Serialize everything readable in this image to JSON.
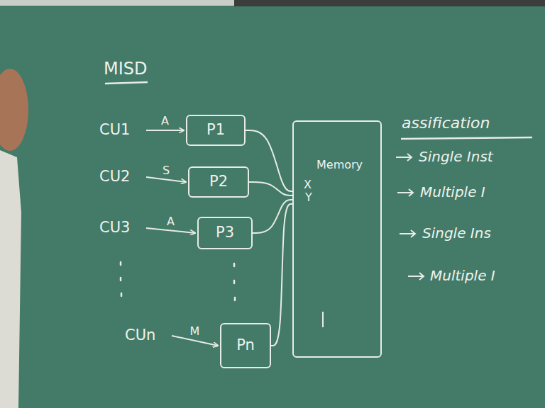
{
  "diagram": {
    "title": "MISD",
    "nodes": [
      {
        "text": [
          "CU1"
        ]
      },
      {
        "text": [
          "P1"
        ]
      },
      {
        "text": [
          "CU2"
        ]
      },
      {
        "text": [
          "P2"
        ]
      },
      {
        "text": [
          "CU3"
        ]
      },
      {
        "text": [
          "P3"
        ]
      },
      {
        "text": [
          "CUn"
        ]
      },
      {
        "text": [
          "Pn"
        ]
      },
      {
        "text": [
          "Memory",
          "X",
          "Y"
        ]
      }
    ],
    "edges": [
      {
        "from": 0,
        "to": 1,
        "label": "A",
        "arrow": "to"
      },
      {
        "from": 2,
        "to": 3,
        "label": "S",
        "arrow": "to"
      },
      {
        "from": 4,
        "to": 5,
        "label": "A",
        "arrow": "to"
      },
      {
        "from": 6,
        "to": 7,
        "label": "M",
        "arrow": "to"
      },
      {
        "from": 1,
        "to": 8,
        "arrow": "none"
      },
      {
        "from": 3,
        "to": 8,
        "arrow": "none"
      },
      {
        "from": 5,
        "to": 8,
        "arrow": "none"
      },
      {
        "from": 7,
        "to": 8,
        "arrow": "none"
      }
    ],
    "labels": [
      "assification",
      "Single Inst",
      "Multiple I",
      "Single Ins",
      "Multiple I"
    ]
  }
}
